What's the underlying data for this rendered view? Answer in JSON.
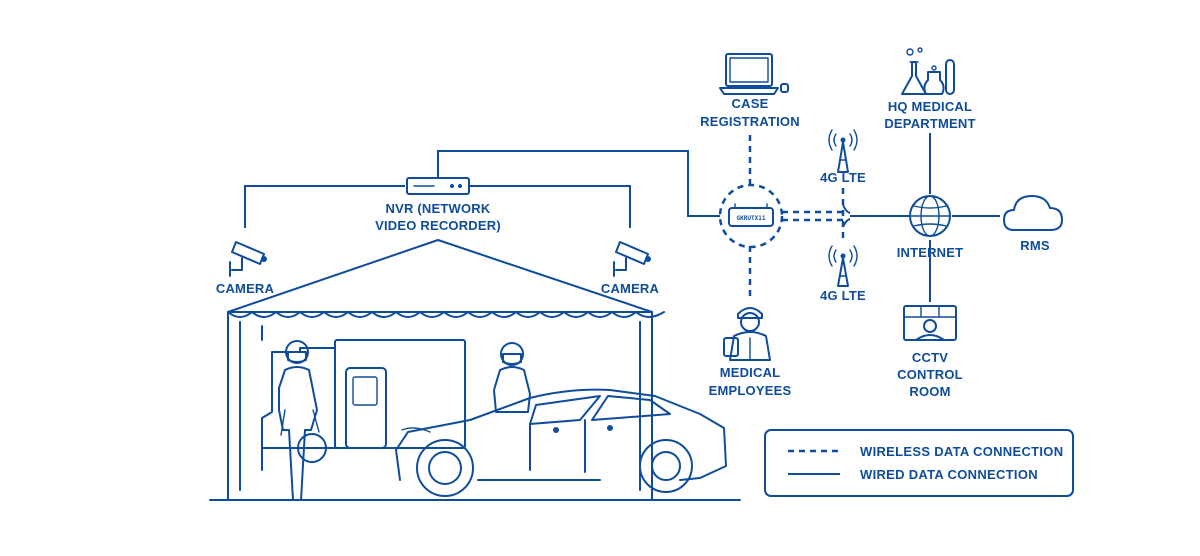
{
  "labels": {
    "nvr": [
      "NVR (NETWORK",
      "VIDEO RECORDER)"
    ],
    "camera_left": "CAMERA",
    "camera_right": "CAMERA",
    "case_registration": [
      "CASE",
      "REGISTRATION"
    ],
    "hq_medical": [
      "HQ MEDICAL",
      "DEPARTMENT"
    ],
    "lte_top": "4G LTE",
    "lte_bottom": "4G LTE",
    "internet": "INTERNET",
    "rms": "RMS",
    "medical_employees": [
      "MEDICAL",
      "EMPLOYEES"
    ],
    "cctv": [
      "CCTV",
      "CONTROL",
      "ROOM"
    ],
    "router": "GKRUTX11"
  },
  "legend": {
    "wireless": "WIRELESS DATA CONNECTION",
    "wired": "WIRED DATA CONNECTION"
  },
  "colors": {
    "primary": "#0f4c9b",
    "background": "#ffffff"
  },
  "icons": [
    "laptop-icon",
    "lab-flask-icon",
    "cell-tower-icon",
    "globe-icon",
    "cloud-icon",
    "cctv-monitor-icon",
    "camera-icon",
    "nvr-icon",
    "router-icon",
    "worker-icon",
    "car-icon",
    "tent-icon"
  ]
}
